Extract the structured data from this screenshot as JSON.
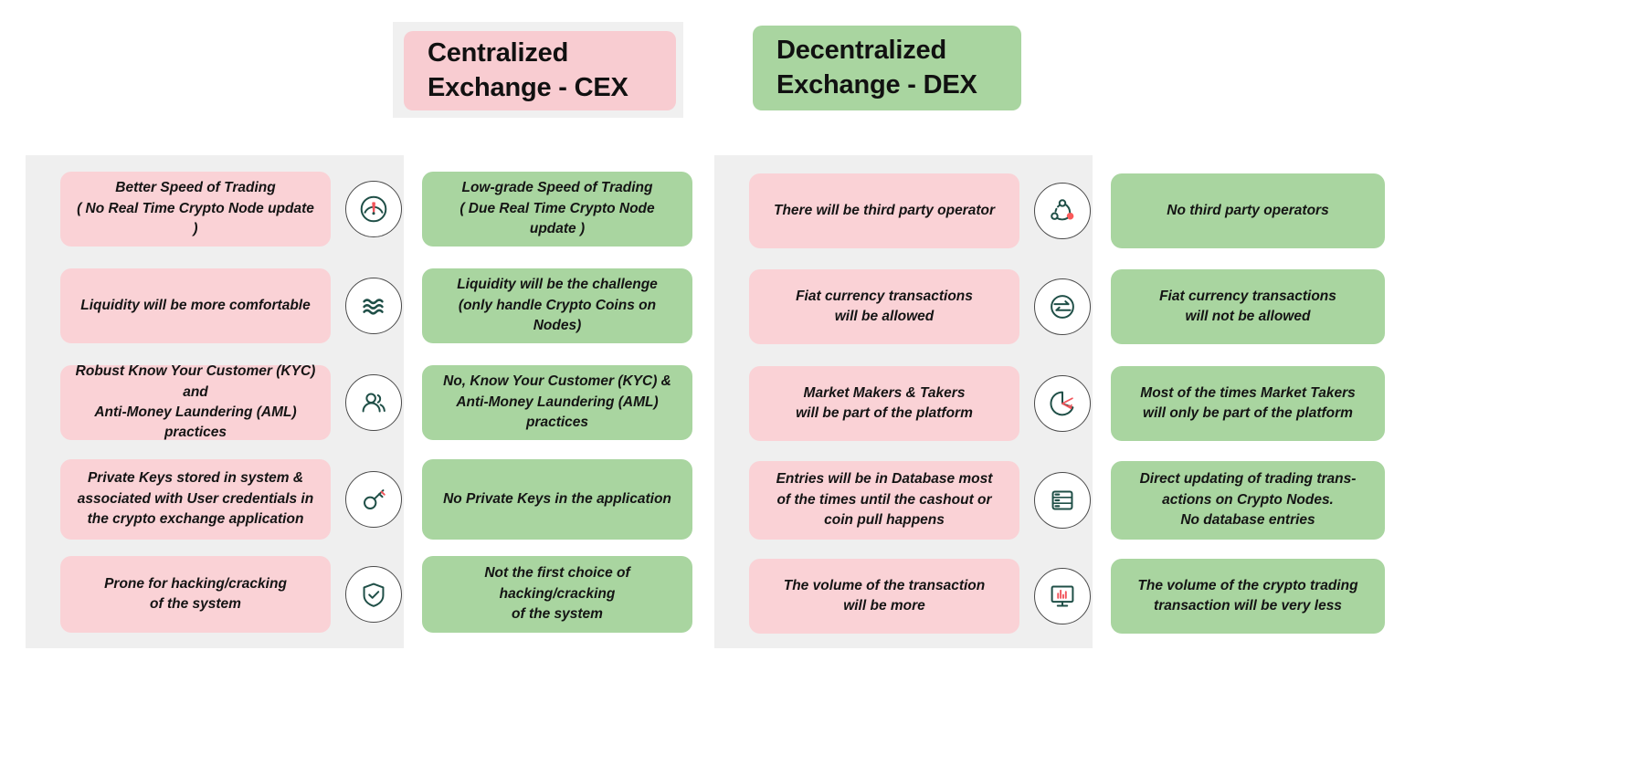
{
  "headers": {
    "cex": {
      "title": "Centralized\nExchange - CEX",
      "bg": "#f8ccd1"
    },
    "dex": {
      "title": "Decentralized\nExchange - DEX",
      "bg": "#a9d5a0"
    }
  },
  "colors": {
    "pink_cell": "#fad2d6",
    "green_cell": "#a9d5a0",
    "panel_bg": "#efefef",
    "icon_stroke": "#1f4f47",
    "icon_accent_red": "#fa5a5a",
    "page_bg": "#ffffff"
  },
  "cex_section": {
    "rows": [
      {
        "left": "Better Speed of Trading\n( No Real Time Crypto Node update )",
        "icon": "speedometer-icon",
        "right": "Low-grade Speed of Trading\n( Due Real Time Crypto Node update )"
      },
      {
        "left": "Liquidity will be more comfortable",
        "icon": "waves-icon",
        "right": "Liquidity will be the challenge\n(only handle Crypto Coins on Nodes)"
      },
      {
        "left": "Robust Know Your Customer (KYC) and\nAnti-Money Laundering (AML) practices",
        "icon": "users-icon",
        "right": "No, Know Your Customer (KYC) &\nAnti-Money Laundering (AML) practices"
      },
      {
        "left": "Private Keys stored in system &\nassociated with User credentials in\nthe crypto exchange application",
        "icon": "key-icon",
        "right": "No Private Keys in the application"
      },
      {
        "left": "Prone for hacking/cracking\nof the system",
        "icon": "shield-icon",
        "right": "Not the first choice of hacking/cracking\nof the system"
      }
    ]
  },
  "dex_section": {
    "rows": [
      {
        "left": "There will be third party operator",
        "icon": "network-nodes-icon",
        "right": "No third party operators"
      },
      {
        "left": "Fiat currency transactions\nwill be allowed",
        "icon": "exchange-arrows-icon",
        "right": "Fiat currency transactions\nwill not be allowed"
      },
      {
        "left": "Market Makers & Takers\nwill be part of the platform",
        "icon": "pie-chart-icon",
        "right": "Most of the times Market Takers\nwill only be part of the platform"
      },
      {
        "left": "Entries will be in Database most\nof the times until the cashout or\ncoin pull happens",
        "icon": "database-icon",
        "right": "Direct updating of trading trans-\nactions on Crypto Nodes.\nNo database entries"
      },
      {
        "left": "The volume of the transaction\nwill be more",
        "icon": "chart-monitor-icon",
        "right": "The volume of the crypto trading\ntransaction will be very less"
      }
    ]
  }
}
